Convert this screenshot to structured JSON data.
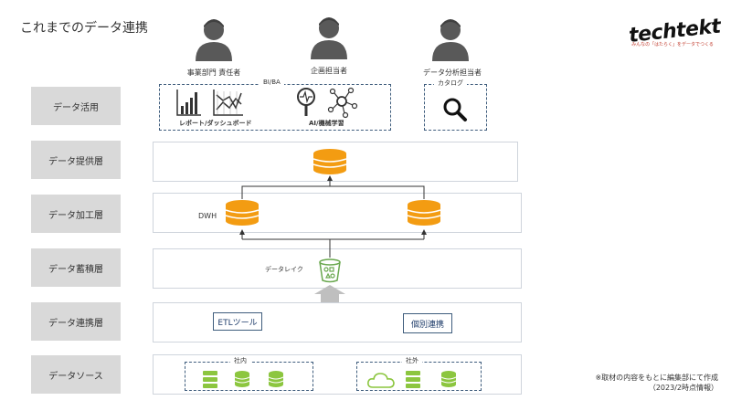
{
  "title": "これまでのデータ連携",
  "logo": {
    "name": "techtekt",
    "tagline": "みんなの「はたらく」をデータでつくる"
  },
  "personas": [
    {
      "label": "事業部門 責任者"
    },
    {
      "label": "企画担当者"
    },
    {
      "label": "データ分析担当者"
    }
  ],
  "layers": [
    {
      "label": "データ活用"
    },
    {
      "label": "データ提供層"
    },
    {
      "label": "データ加工層"
    },
    {
      "label": "データ蓄積層"
    },
    {
      "label": "データ連携層"
    },
    {
      "label": "データソース"
    }
  ],
  "usage": {
    "bi_group": "BI/BA",
    "report_label": "レポート/ダッシュボード",
    "ai_label": "AI/機械学習",
    "catalog_label": "カタログ"
  },
  "processing": {
    "dwh_label": "DWH"
  },
  "storage": {
    "datalake_label": "データレイク"
  },
  "integration": {
    "etl_label": "ETLツール",
    "individual_label": "個別連携"
  },
  "sources": {
    "internal_label": "社内",
    "external_label": "社外"
  },
  "note": {
    "line1": "※取材の内容をもとに編集部にて作成",
    "line2": "（2023/2時点情報）"
  },
  "colors": {
    "accent": "#f39c12",
    "green": "#8cc63f",
    "navy": "#3f5d7d",
    "label_bg": "#d9d9d9"
  }
}
